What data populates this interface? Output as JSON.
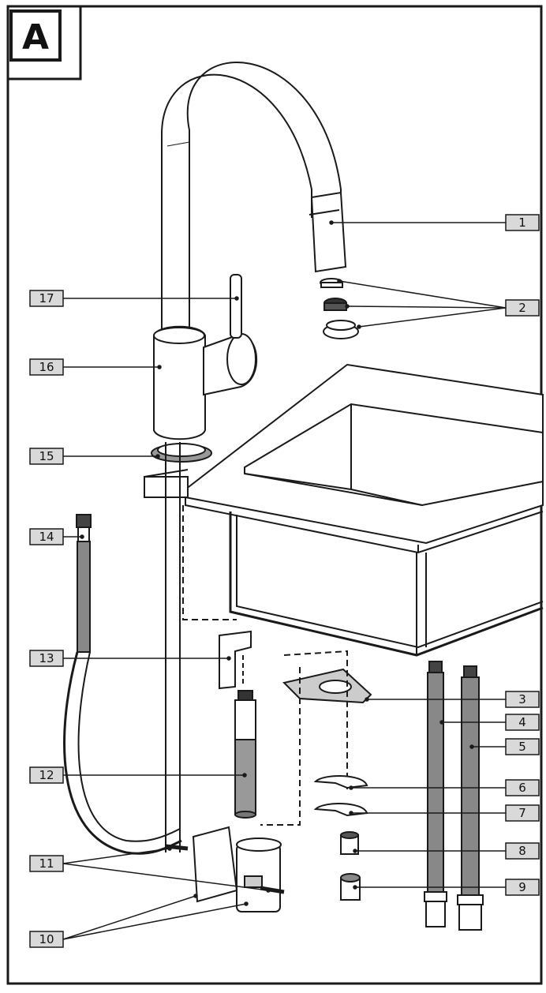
{
  "panel": {
    "label": "A"
  },
  "callouts": [
    "1",
    "2",
    "3",
    "4",
    "5",
    "6",
    "7",
    "8",
    "9",
    "10",
    "11",
    "12",
    "13",
    "14",
    "15",
    "16",
    "17"
  ],
  "colors": {
    "line": "#1a1a1a",
    "box_fill": "#d9d9d9",
    "background": "#ffffff"
  }
}
